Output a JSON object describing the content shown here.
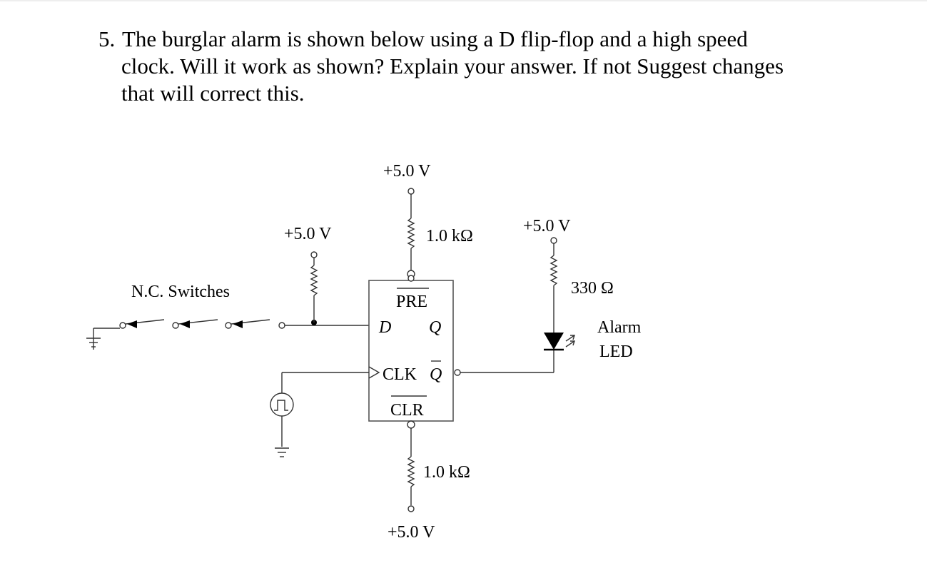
{
  "question": {
    "number": "5.",
    "line1": "The burglar alarm is shown below using a D flip-flop and a high speed",
    "line2": "clock. Will it work as shown? Explain your answer. If not Suggest changes",
    "line3": "that will correct this."
  },
  "circuit": {
    "switch_label": "N.C. Switches",
    "supply_pullup_d": "+5.0 V",
    "supply_pre": "+5.0 V",
    "supply_clr": "+5.0 V",
    "supply_led": "+5.0 V",
    "resistor_pre": "1.0 kΩ",
    "resistor_clr": "1.0 kΩ",
    "resistor_led": "330 Ω",
    "pins": {
      "pre": "PRE",
      "d": "D",
      "q": "Q",
      "clk": "CLK",
      "qbar": "Q",
      "clr": "CLR"
    },
    "led_label_1": "Alarm",
    "led_label_2": "LED"
  }
}
